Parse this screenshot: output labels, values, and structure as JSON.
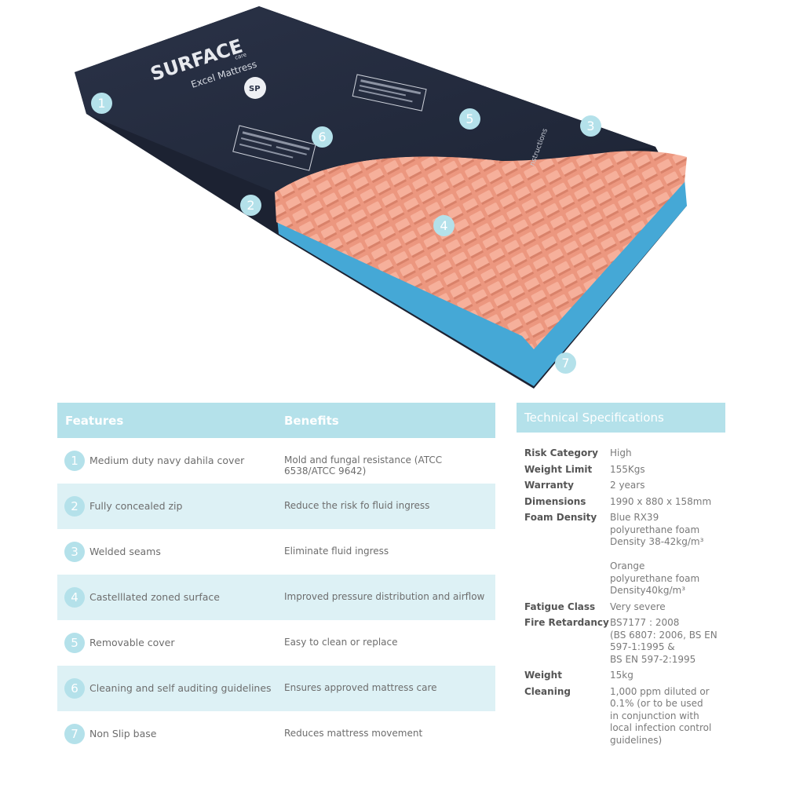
{
  "product": {
    "brand": "SURFACE",
    "brand_sub": "care",
    "model": "Excel Mattress",
    "logo_text": "SP",
    "side_text": "nstructions"
  },
  "callouts": [
    "1",
    "2",
    "3",
    "4",
    "5",
    "6",
    "7"
  ],
  "features_table": {
    "headers": {
      "features": "Features",
      "benefits": "Benefits"
    },
    "rows": [
      {
        "num": "1",
        "feature": "Medium duty navy dahila cover",
        "benefit": "Mold and fungal resistance (ATCC 6538/ATCC 9642)"
      },
      {
        "num": "2",
        "feature": "Fully concealed zip",
        "benefit": "Reduce the risk fo fluid ingress"
      },
      {
        "num": "3",
        "feature": "Welded seams",
        "benefit": "Eliminate fluid ingress"
      },
      {
        "num": "4",
        "feature": "Castelllated zoned surface",
        "benefit": "Improved pressure distribution and airflow"
      },
      {
        "num": "5",
        "feature": "Removable cover",
        "benefit": "Easy to clean or replace"
      },
      {
        "num": "6",
        "feature": "Cleaning and self auditing guidelines",
        "benefit": "Ensures approved mattress care"
      },
      {
        "num": "7",
        "feature": "Non Slip base",
        "benefit": "Reduces mattress movement"
      }
    ]
  },
  "specs": {
    "title": "Technical Specifications",
    "rows": [
      {
        "key": "Risk Category",
        "lines": [
          "High"
        ]
      },
      {
        "key": "Weight Limit",
        "lines": [
          "155Kgs"
        ]
      },
      {
        "key": "Warranty",
        "lines": [
          "2 years"
        ]
      },
      {
        "key": "Dimensions",
        "lines": [
          "1990 x 880 x 158mm"
        ]
      },
      {
        "key": "Foam Density",
        "lines": [
          "Blue RX39",
          "polyurethane foam",
          "Density 38-42kg/m³",
          "",
          "Orange",
          "polyurethane foam",
          "Density40kg/m³"
        ]
      },
      {
        "key": "Fatigue Class",
        "lines": [
          "Very severe"
        ]
      },
      {
        "key": "Fire Retardancy",
        "lines": [
          "BS7177 : 2008",
          "(BS 6807: 2006, BS EN",
          "597-1:1995 &",
          "BS EN 597-2:1995"
        ]
      },
      {
        "key": "Weight",
        "lines": [
          " 15kg"
        ]
      },
      {
        "key": "Cleaning",
        "lines": [
          "1,000 ppm diluted or",
          "0.1% (or to be used",
          "in conjunction with",
          "local infection control",
          "guidelines)"
        ]
      }
    ]
  },
  "colors": {
    "accent": "#b4e1ea",
    "row_shade": "#ddf1f5",
    "cover_navy": "#252d40",
    "foam_orange": "#ef9a82",
    "foam_blue": "#45a8d6"
  }
}
